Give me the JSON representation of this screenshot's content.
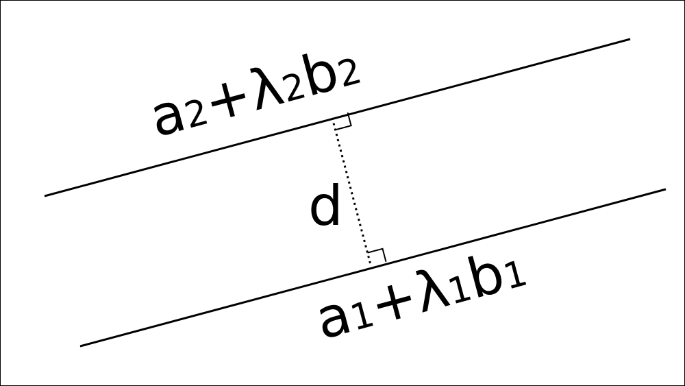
{
  "diagram": {
    "line_top": {
      "base": "a",
      "base_sub": "2",
      "plus": "+",
      "lambda": "λ",
      "lambda_sub": "2",
      "direction": "b",
      "direction_sub": "2"
    },
    "line_bottom": {
      "base": "a",
      "base_sub": "1",
      "plus": "+",
      "lambda": "λ",
      "lambda_sub": "1",
      "direction": "b",
      "direction_sub": "1"
    },
    "distance_label": "d",
    "colors": {
      "stroke": "#000000",
      "background": "#ffffff"
    }
  }
}
